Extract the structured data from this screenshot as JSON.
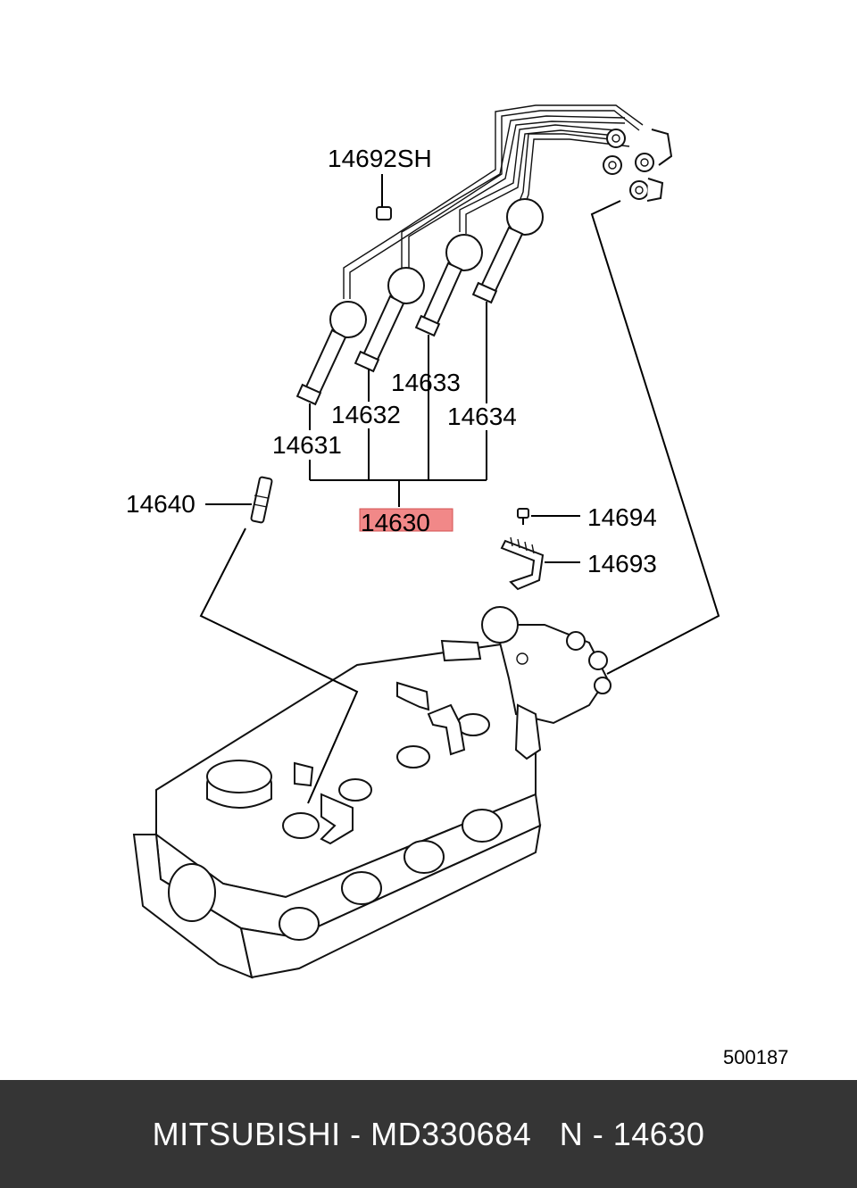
{
  "labels": {
    "clip": "14692SH",
    "cable_4": "14634",
    "cable_3": "14633",
    "cable_2": "14632",
    "cable_1": "14631",
    "spark_plug": "14640",
    "cable_set": "14630",
    "bolt": "14694",
    "bracket": "14693"
  },
  "highlight_color": "#f07c7c",
  "diagram_code": "500187",
  "footer": {
    "brand": "MITSUBISHI",
    "part_number": "MD330684",
    "ref": "N - 14630",
    "sep": " - ",
    "gap": "   "
  }
}
